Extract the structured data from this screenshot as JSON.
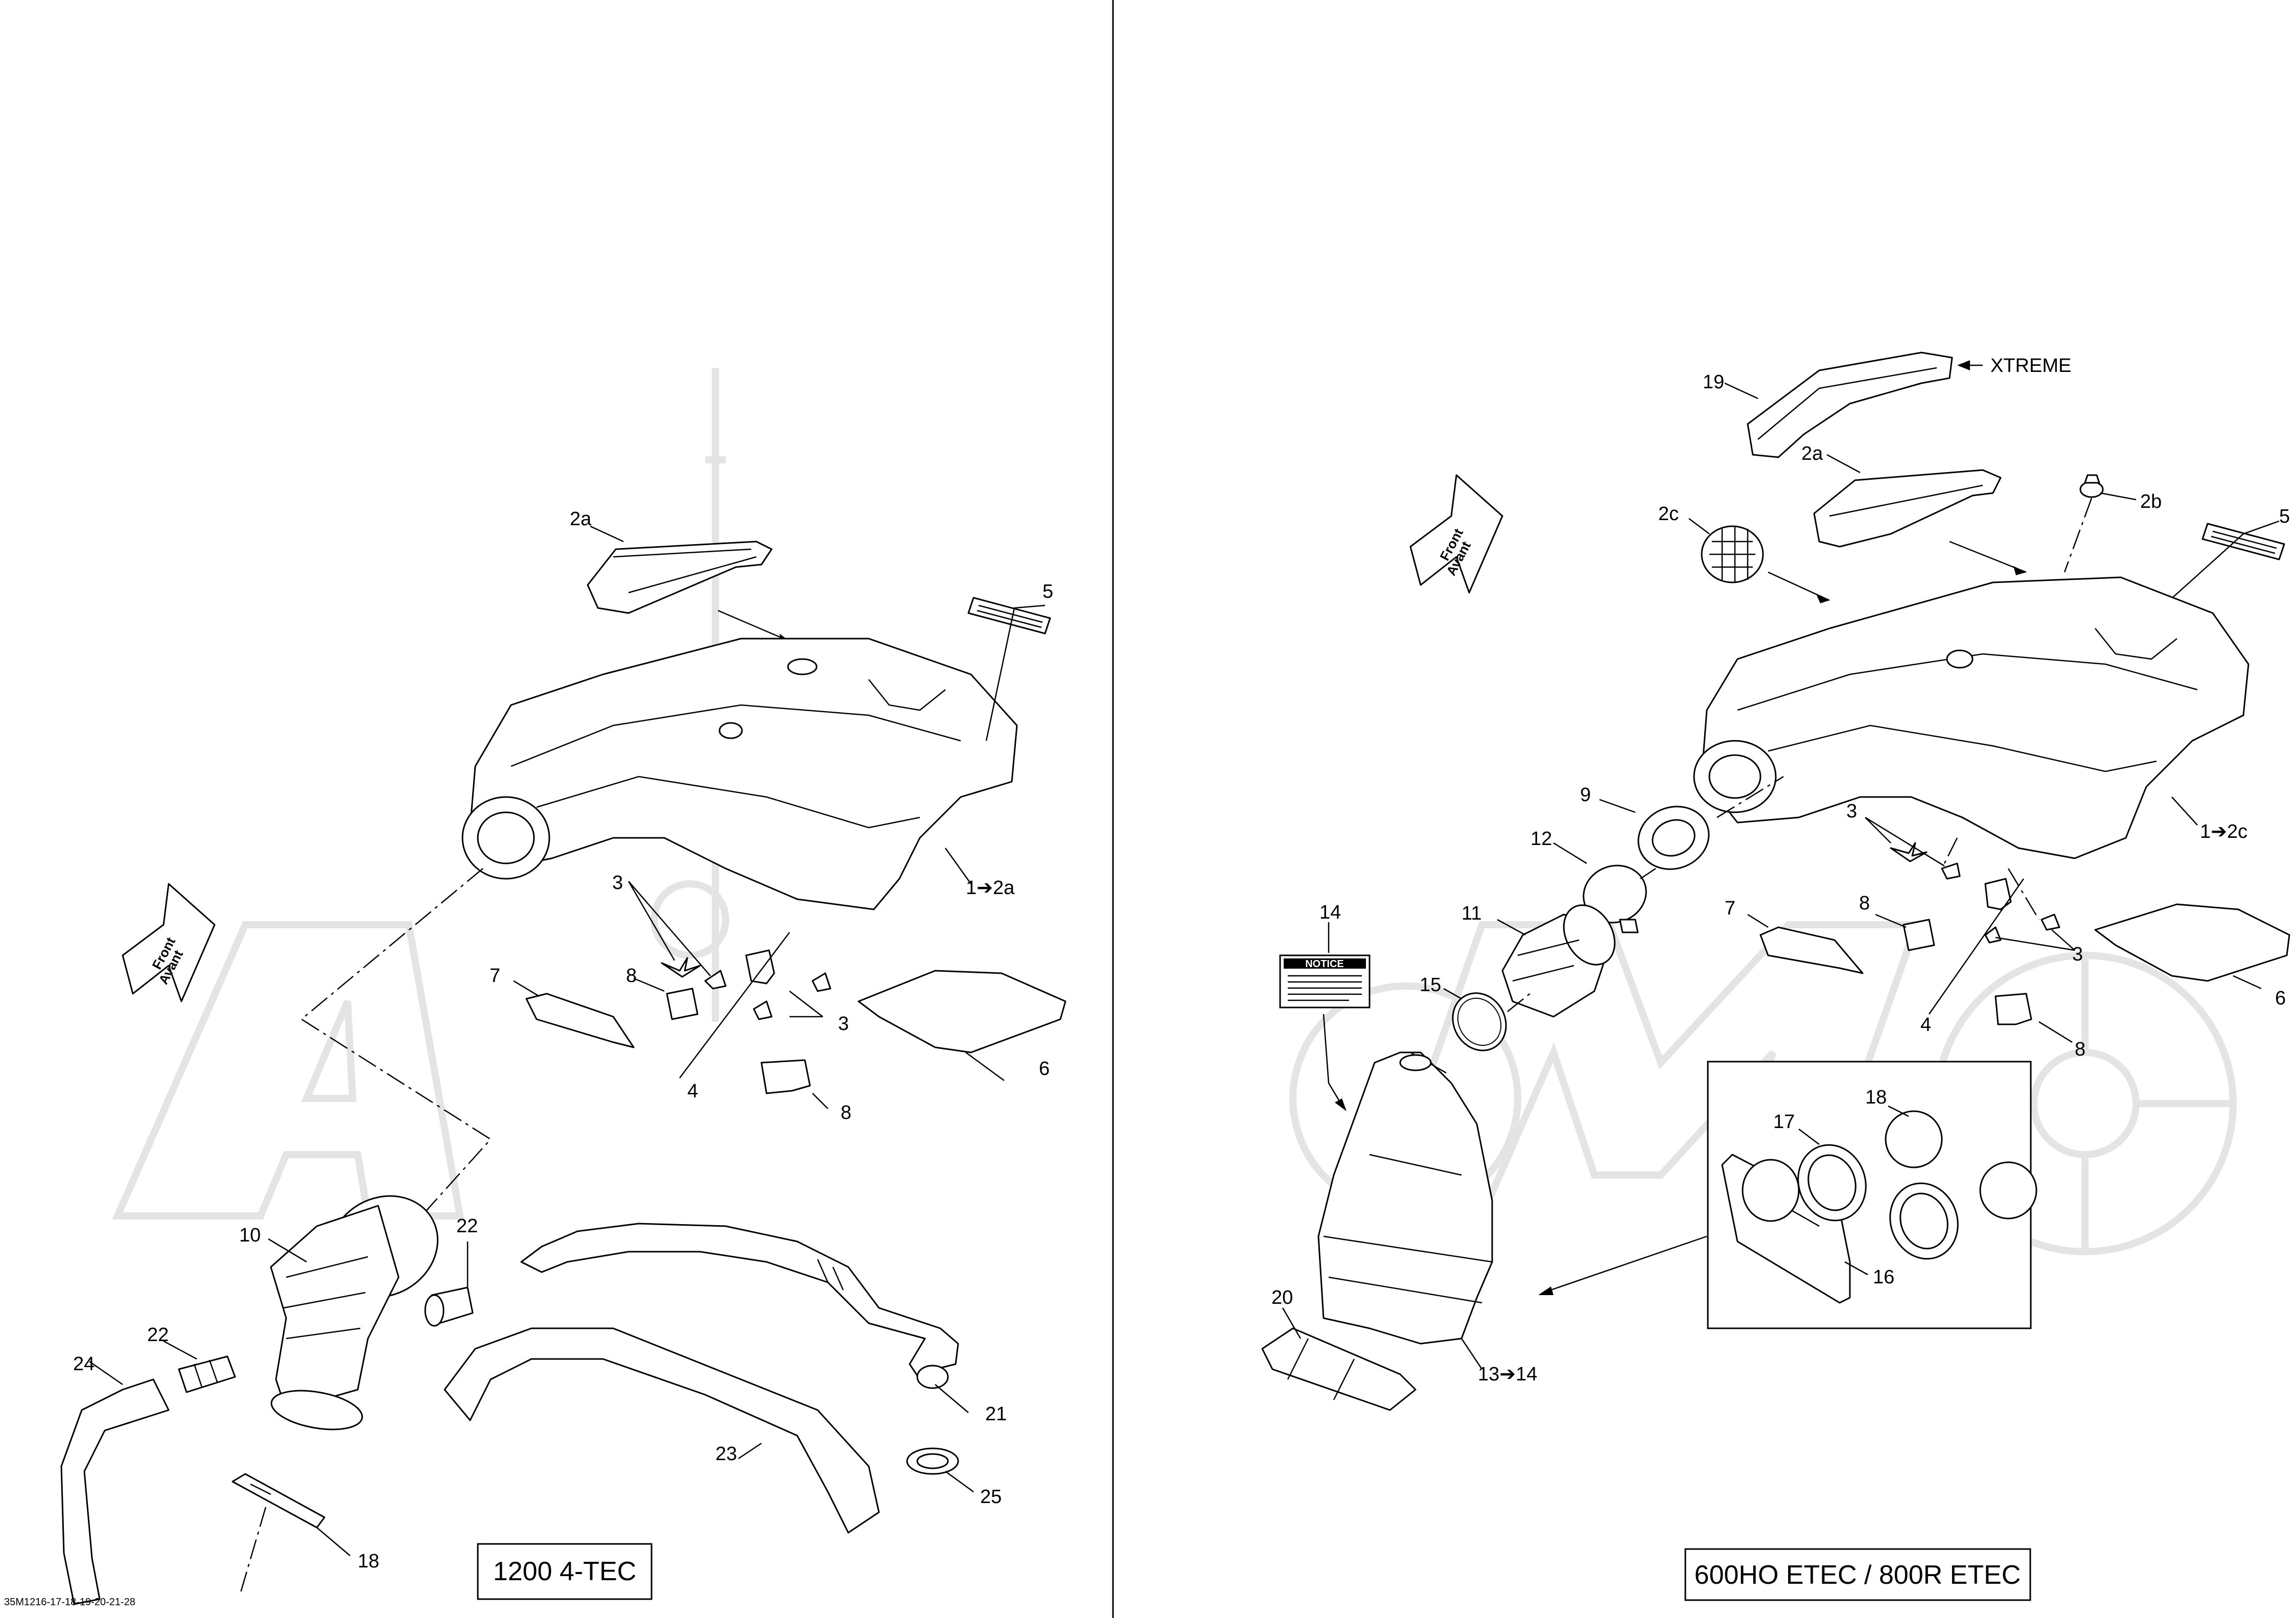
{
  "sheet_code": "35M1216-17-18-19-20-21-28",
  "left_panel": {
    "model_label": "1200 4-TEC",
    "front_arrow": {
      "line1": "Front",
      "line2": "Avant"
    },
    "callouts": [
      "2a",
      "5",
      "3",
      "1➔2a",
      "7",
      "8",
      "3",
      "6",
      "4",
      "8",
      "10",
      "22",
      "22",
      "24",
      "21",
      "23",
      "25",
      "18"
    ]
  },
  "right_panel": {
    "model_label": "600HO ETEC / 800R ETEC",
    "variant_label": "XTREME",
    "front_arrow": {
      "line1": "Front",
      "line2": "Avant"
    },
    "notice_title": "NOTICE",
    "callouts": [
      "19",
      "2a",
      "2b",
      "2c",
      "5",
      "9",
      "3",
      "12",
      "1➔2c",
      "14",
      "11",
      "7",
      "8",
      "3",
      "15",
      "4",
      "8",
      "6",
      "18",
      "17",
      "16",
      "20",
      "13➔14"
    ]
  }
}
